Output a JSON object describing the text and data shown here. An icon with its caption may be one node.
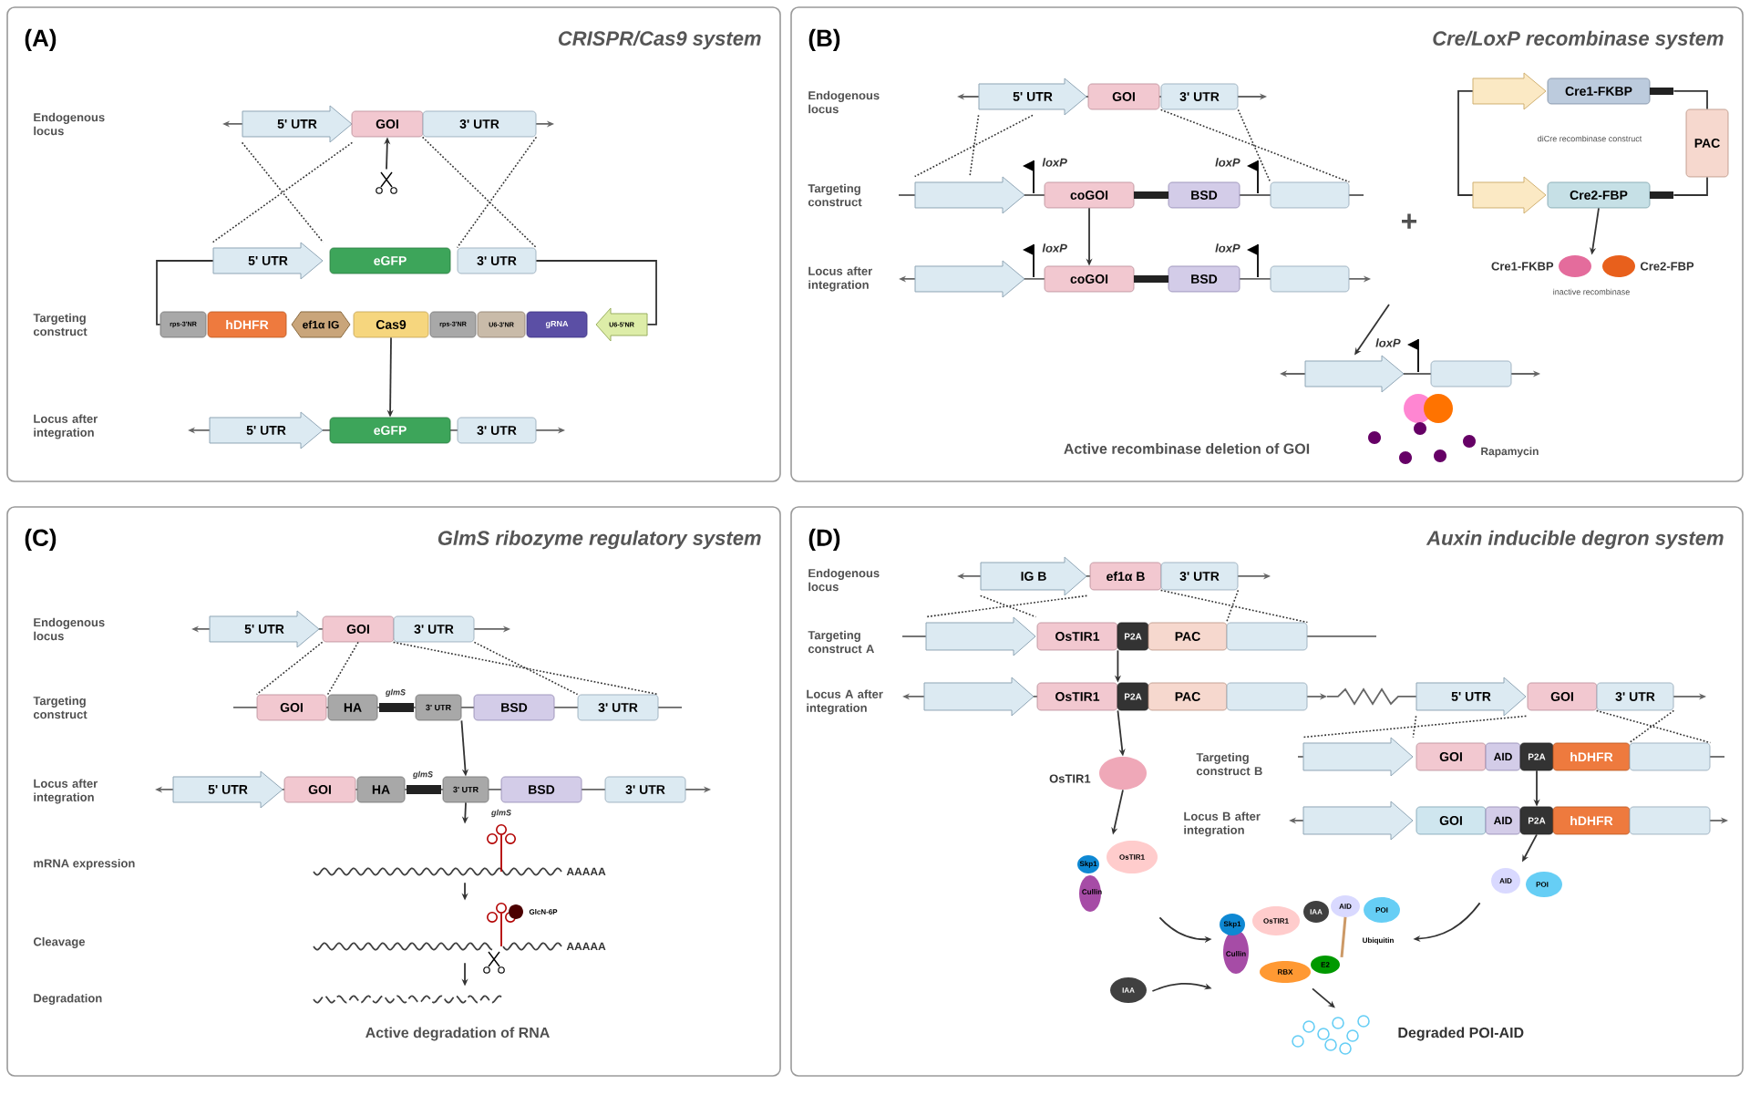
{
  "diagram": {
    "nodes": [
      {
        "text": [
          "(A)",
          "CRISPR/Cas9 system"
        ]
      },
      {
        "text": [
          "5' UTR"
        ],
        "in": 0
      },
      {
        "text": [
          "GOI"
        ],
        "in": 0
      },
      {
        "text": [
          "3' UTR"
        ],
        "in": 0
      },
      {
        "text": [
          "5' UTR"
        ],
        "in": 0
      },
      {
        "text": [
          "eGFP"
        ],
        "in": 0
      },
      {
        "text": [
          "3' UTR"
        ],
        "in": 0
      },
      {
        "text": [
          "rps-3'NR"
        ],
        "in": 0
      },
      {
        "text": [
          "hDHFR"
        ],
        "in": 0
      },
      {
        "text": [
          "ef1α IG"
        ],
        "in": 0
      },
      {
        "text": [
          "Cas9"
        ],
        "in": 0
      },
      {
        "text": [
          "rps-3'NR"
        ],
        "in": 0
      },
      {
        "text": [
          "U6-3'NR"
        ],
        "in": 0
      },
      {
        "text": [
          "gRNA"
        ],
        "in": 0
      },
      {
        "text": [
          "U6-5'NR"
        ],
        "in": 0
      },
      {
        "text": [
          "5' UTR"
        ],
        "in": 0
      },
      {
        "text": [
          "eGFP"
        ],
        "in": 0
      },
      {
        "text": [
          "3' UTR"
        ],
        "in": 0
      },
      {
        "text": [
          "(B)",
          "Cre/LoxP recombinase system"
        ]
      },
      {
        "text": [
          "5' UTR"
        ],
        "in": 18
      },
      {
        "text": [
          "GOI"
        ],
        "in": 18
      },
      {
        "text": [
          "3' UTR"
        ],
        "in": 18
      },
      {
        "text": [],
        "shape": "arrow",
        "in": 18
      },
      {
        "text": [
          "coGOI"
        ],
        "in": 18
      },
      {
        "text": [
          "BSD"
        ],
        "in": 18
      },
      {
        "text": [],
        "shape": "box",
        "in": 18
      },
      {
        "text": [],
        "shape": "arrow",
        "in": 18
      },
      {
        "text": [
          "coGOI"
        ],
        "in": 18
      },
      {
        "text": [
          "BSD"
        ],
        "in": 18
      },
      {
        "text": [],
        "shape": "box",
        "in": 18
      },
      {
        "text": [],
        "shape": "arrow",
        "in": 18
      },
      {
        "text": [
          "Cre1-FKBP"
        ],
        "in": 18
      },
      {
        "text": [
          "PAC"
        ],
        "in": 18
      },
      {
        "text": [],
        "shape": "arrow",
        "in": 18
      },
      {
        "text": [
          "Cre2-FBP"
        ],
        "in": 18
      },
      {
        "text": [],
        "shape": "blob",
        "beside": [
          "Cre1-FKBP"
        ],
        "in": 18
      },
      {
        "text": [],
        "shape": "blob",
        "beside": [
          "Cre2-FBP"
        ],
        "in": 18
      },
      {
        "text": [],
        "shape": "arrow",
        "in": 18
      },
      {
        "text": [],
        "shape": "box",
        "in": 18
      },
      {
        "text": [
          "(C)",
          "GlmS ribozyme regulatory system"
        ]
      },
      {
        "text": [
          "5' UTR"
        ],
        "in": 39
      },
      {
        "text": [
          "GOI"
        ],
        "in": 39
      },
      {
        "text": [
          "3' UTR"
        ],
        "in": 39
      },
      {
        "text": [
          "GOI"
        ],
        "in": 39
      },
      {
        "text": [
          "HA"
        ],
        "in": 39
      },
      {
        "text": [],
        "shape": "bar",
        "beside": [
          "glmS"
        ],
        "in": 39
      },
      {
        "text": [
          "3' UTR"
        ],
        "in": 39
      },
      {
        "text": [
          "BSD"
        ],
        "in": 39
      },
      {
        "text": [
          "3' UTR"
        ],
        "in": 39
      },
      {
        "text": [
          "5' UTR"
        ],
        "in": 39
      },
      {
        "text": [
          "GOI"
        ],
        "in": 39
      },
      {
        "text": [
          "HA"
        ],
        "in": 39
      },
      {
        "text": [],
        "shape": "bar",
        "beside": [
          "glmS"
        ],
        "in": 39
      },
      {
        "text": [
          "3' UTR"
        ],
        "in": 39
      },
      {
        "text": [
          "BSD"
        ],
        "in": 39
      },
      {
        "text": [
          "3' UTR"
        ],
        "in": 39
      },
      {
        "text": [],
        "shape": "picture",
        "beside": [
          "glmS",
          "AAAAA"
        ],
        "in": 39
      },
      {
        "text": [
          "GlcN-6P"
        ],
        "beside": [
          "AAAAA"
        ],
        "in": 39
      },
      {
        "text": [],
        "shape": "picture",
        "in": 39
      },
      {
        "text": [
          "(D)",
          "Auxin inducible degron system"
        ]
      },
      {
        "text": [
          "IG B"
        ],
        "in": 59
      },
      {
        "text": [
          "ef1α B"
        ],
        "in": 59
      },
      {
        "text": [
          "3' UTR"
        ],
        "in": 59
      },
      {
        "text": [],
        "shape": "arrow",
        "in": 59
      },
      {
        "text": [
          "OsTIR1"
        ],
        "in": 59
      },
      {
        "text": [
          "P2A"
        ],
        "in": 59
      },
      {
        "text": [
          "PAC"
        ],
        "in": 59
      },
      {
        "text": [],
        "shape": "box",
        "in": 59
      },
      {
        "text": [],
        "shape": "arrow",
        "in": 59
      },
      {
        "text": [
          "OsTIR1"
        ],
        "in": 59
      },
      {
        "text": [
          "P2A"
        ],
        "in": 59
      },
      {
        "text": [
          "PAC"
        ],
        "in": 59
      },
      {
        "text": [],
        "shape": "box",
        "in": 59
      },
      {
        "text": [
          "5' UTR"
        ],
        "in": 59
      },
      {
        "text": [
          "GOI"
        ],
        "in": 59
      },
      {
        "text": [
          "3' UTR"
        ],
        "in": 59
      },
      {
        "text": [],
        "shape": "arrow",
        "in": 59
      },
      {
        "text": [
          "GOI"
        ],
        "in": 59
      },
      {
        "text": [
          "AID"
        ],
        "in": 59
      },
      {
        "text": [
          "P2A"
        ],
        "in": 59
      },
      {
        "text": [
          "hDHFR"
        ],
        "in": 59
      },
      {
        "text": [],
        "shape": "box",
        "in": 59
      },
      {
        "text": [],
        "shape": "arrow",
        "in": 59
      },
      {
        "text": [
          "GOI"
        ],
        "in": 59
      },
      {
        "text": [
          "AID"
        ],
        "in": 59
      },
      {
        "text": [
          "P2A"
        ],
        "in": 59
      },
      {
        "text": [
          "hDHFR"
        ],
        "in": 59
      },
      {
        "text": [],
        "shape": "box",
        "in": 59
      },
      {
        "text": [],
        "shape": "blob",
        "beside": [
          "OsTIR1"
        ],
        "in": 59
      },
      {
        "text": [
          "OsTIR1",
          "Skp1",
          "Cullin"
        ],
        "in": 59
      },
      {
        "text": [
          "AID",
          "POI"
        ],
        "in": 59
      },
      {
        "text": [
          "IAA"
        ],
        "in": 59
      },
      {
        "text": [
          "OsTIR1",
          "IAA",
          "AID",
          "POI",
          "Skp1",
          "Cullin",
          "RBX",
          "E2",
          "Ubiquitin"
        ],
        "in": 59
      },
      {
        "text": [],
        "shape": "picture",
        "beside": [
          "Degraded POI-AID"
        ],
        "in": 59
      },
      {
        "text": [],
        "shape": "scissors",
        "in": 0
      },
      {
        "text": [],
        "shape": "flag",
        "beside": [
          "loxP"
        ],
        "in": 18
      },
      {
        "text": [],
        "shape": "flag",
        "beside": [
          "loxP"
        ],
        "in": 18
      },
      {
        "text": [],
        "shape": "flag",
        "beside": [
          "loxP"
        ],
        "in": 18
      },
      {
        "text": [],
        "shape": "flag",
        "beside": [
          "loxP"
        ],
        "in": 18
      },
      {
        "text": [],
        "shape": "flag",
        "beside": [
          "loxP"
        ],
        "in": 18
      },
      {
        "text": [],
        "shape": "bar",
        "in": 18
      },
      {
        "text": [],
        "shape": "bar",
        "in": 18
      },
      {
        "text": [],
        "shape": "bar",
        "in": 18
      },
      {
        "text": [],
        "shape": "bar",
        "in": 18
      }
    ],
    "edges": [
      {
        "from": 1,
        "to": 4,
        "arrow": "none",
        "style": "dashed"
      },
      {
        "from": 1,
        "to": 4,
        "arrow": "none",
        "style": "dashed"
      },
      {
        "from": 3,
        "to": 6,
        "arrow": "none",
        "style": "dashed"
      },
      {
        "from": 3,
        "to": 6,
        "arrow": "none",
        "style": "dashed"
      },
      {
        "from": 94,
        "to": 2,
        "arrow": "to"
      },
      {
        "from": 10,
        "to": 16,
        "arrow": "to"
      },
      {
        "from": 19,
        "to": 22,
        "arrow": "none",
        "style": "dashed"
      },
      {
        "from": 19,
        "to": 22,
        "arrow": "none",
        "style": "dashed"
      },
      {
        "from": 21,
        "to": 25,
        "arrow": "none",
        "style": "dashed"
      },
      {
        "from": 21,
        "to": 25,
        "arrow": "none",
        "style": "dashed"
      },
      {
        "from": 23,
        "to": 27,
        "arrow": "to"
      },
      {
        "from": 34,
        "to": 35,
        "arrow": "to"
      },
      {
        "from": null,
        "to": 37,
        "arrow": "to"
      },
      {
        "from": 41,
        "to": 43,
        "arrow": "none",
        "style": "dashed"
      },
      {
        "from": 41,
        "to": 44,
        "arrow": "none",
        "style": "dashed"
      },
      {
        "from": 42,
        "to": 48,
        "arrow": "none",
        "style": "dashed"
      },
      {
        "from": 42,
        "to": 48,
        "arrow": "none",
        "style": "dashed"
      },
      {
        "from": 46,
        "to": 53,
        "arrow": "to"
      },
      {
        "from": 53,
        "to": 56,
        "arrow": "to"
      },
      {
        "from": 56,
        "to": 57,
        "arrow": "to"
      },
      {
        "from": 57,
        "to": 58,
        "arrow": "to"
      },
      {
        "from": 60,
        "to": 63,
        "arrow": "none",
        "style": "dashed"
      },
      {
        "from": 60,
        "to": 63,
        "arrow": "none",
        "style": "dashed"
      },
      {
        "from": 62,
        "to": 67,
        "arrow": "none",
        "style": "dashed"
      },
      {
        "from": 62,
        "to": 67,
        "arrow": "none",
        "style": "dashed"
      },
      {
        "from": 64,
        "to": 69,
        "arrow": "to"
      },
      {
        "from": 69,
        "to": 88,
        "arrow": "to"
      },
      {
        "from": 88,
        "to": 89,
        "arrow": "to"
      },
      {
        "from": 89,
        "to": 92,
        "arrow": "to"
      },
      {
        "from": 91,
        "to": 92,
        "arrow": "to"
      },
      {
        "from": 90,
        "to": 92,
        "arrow": "to"
      },
      {
        "from": 73,
        "to": 76,
        "arrow": "none",
        "style": "dashed"
      },
      {
        "from": 73,
        "to": 76,
        "arrow": "none",
        "style": "dashed"
      },
      {
        "from": 75,
        "to": 81,
        "arrow": "none",
        "style": "dashed"
      },
      {
        "from": 75,
        "to": 81,
        "arrow": "none",
        "style": "dashed"
      },
      {
        "from": 79,
        "to": 85,
        "arrow": "to"
      },
      {
        "from": 85,
        "to": 90,
        "arrow": "to"
      },
      {
        "from": 92,
        "to": 93,
        "arrow": "to"
      },
      {
        "from": 4,
        "to": 7,
        "arrow": "none"
      },
      {
        "from": 6,
        "to": 14,
        "arrow": "none"
      },
      {
        "from": 30,
        "to": 33,
        "arrow": "none"
      },
      {
        "from": 102,
        "to": 32,
        "arrow": "none"
      },
      {
        "from": 103,
        "to": 32,
        "arrow": "none"
      }
    ],
    "labels": [
      "Endogenous locus",
      "Targeting construct",
      "Locus after integration",
      "Endogenous locus",
      "Targeting construct",
      "Locus after integration",
      "diCre recombinase construct",
      "+",
      "inactive recombinase",
      "Active recombinase deletion of GOI",
      "Rapamycin",
      "Endogenous locus",
      "Targeting construct",
      "Locus after integration",
      "mRNA expression",
      "Cleavage",
      "Degradation",
      "Active degradation of RNA",
      "Endogenous locus",
      "Targeting construct A",
      "Locus A after integration",
      "Targeting construct B",
      "Locus B after integration"
    ]
  }
}
